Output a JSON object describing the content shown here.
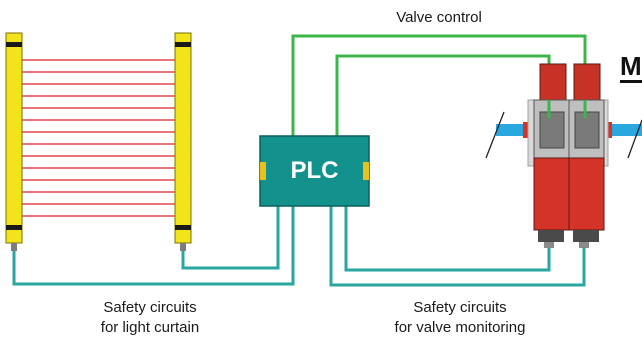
{
  "labels": {
    "valve_control": "Valve control",
    "plc": "PLC",
    "light_curtain_line1": "Safety circuits",
    "light_curtain_line2": "for light curtain",
    "valve_monitoring_line1": "Safety circuits",
    "valve_monitoring_line2": "for valve monitoring",
    "cut_off_label": "M"
  },
  "colors": {
    "light_curtain_yellow": "#f2e31b",
    "beam_red": "#d9232e",
    "plc_teal": "#13928d",
    "wire_green": "#3cb54a",
    "wire_teal": "#2aa6a0",
    "valve_red": "#d43327",
    "valve_gray": "#8a8a8a",
    "pipe_blue": "#2aa7df"
  }
}
